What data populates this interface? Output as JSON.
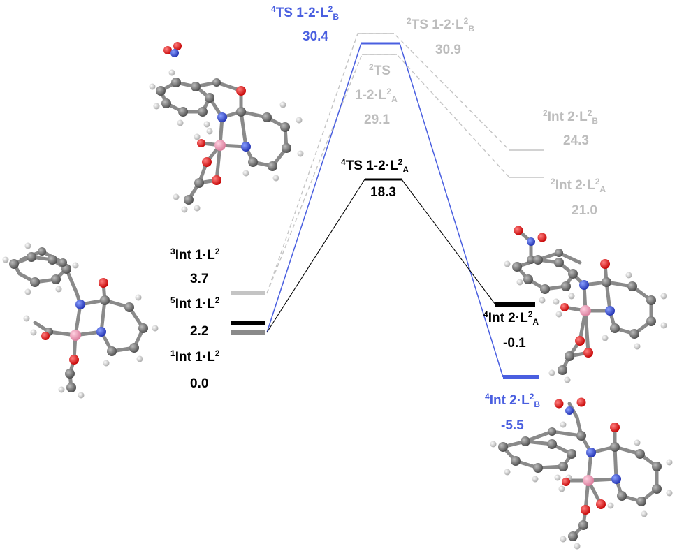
{
  "colors": {
    "black": "#000000",
    "gray": "#bdbdbd",
    "blue": "#4a5fe0"
  },
  "labels": {
    "int1_triplet": {
      "sup": "3",
      "name": "Int 1·L",
      "sup2": "2",
      "energy": "3.7"
    },
    "int1_quintet": {
      "sup": "5",
      "name": "Int 1·L",
      "sup2": "2",
      "energy": "2.2"
    },
    "int1_singlet": {
      "sup": "1",
      "name": "Int 1·L",
      "sup2": "2",
      "energy": "0.0"
    },
    "ts_quartet_b": {
      "sup": "4",
      "name": "TS 1-2·L",
      "sup2": "2",
      "sub": "B",
      "energy": "30.4"
    },
    "ts_doublet_b": {
      "sup": "2",
      "name": "TS 1-2·L",
      "sup2": "2",
      "sub": "B",
      "energy": "30.9"
    },
    "ts_doublet_a": {
      "sup": "2",
      "line1": "TS",
      "name": "1-2·L",
      "sup2": "2",
      "sub": "A",
      "energy": "29.1"
    },
    "ts_quartet_a": {
      "sup": "4",
      "name": "TS 1-2·L",
      "sup2": "2",
      "sub": "A",
      "energy": "18.3"
    },
    "int2_doublet_b": {
      "sup": "2",
      "name": "Int 2·L",
      "sup2": "2",
      "sub": "B",
      "energy": "24.3"
    },
    "int2_doublet_a": {
      "sup": "2",
      "name": "Int 2·L",
      "sup2": "2",
      "sub": "A",
      "energy": "21.0"
    },
    "int2_quartet_a": {
      "sup": "4",
      "name": "Int 2·L",
      "sup2": "2",
      "sub": "A",
      "energy": "-0.1"
    },
    "int2_quartet_b": {
      "sup": "4",
      "name": "Int 2·L",
      "sup2": "2",
      "sub": "B",
      "energy": "-5.5"
    }
  },
  "molecules": [
    {
      "id": "mol-int1-left"
    },
    {
      "id": "mol-ts-top"
    },
    {
      "id": "mol-int2-a"
    },
    {
      "id": "mol-int2-b"
    }
  ]
}
